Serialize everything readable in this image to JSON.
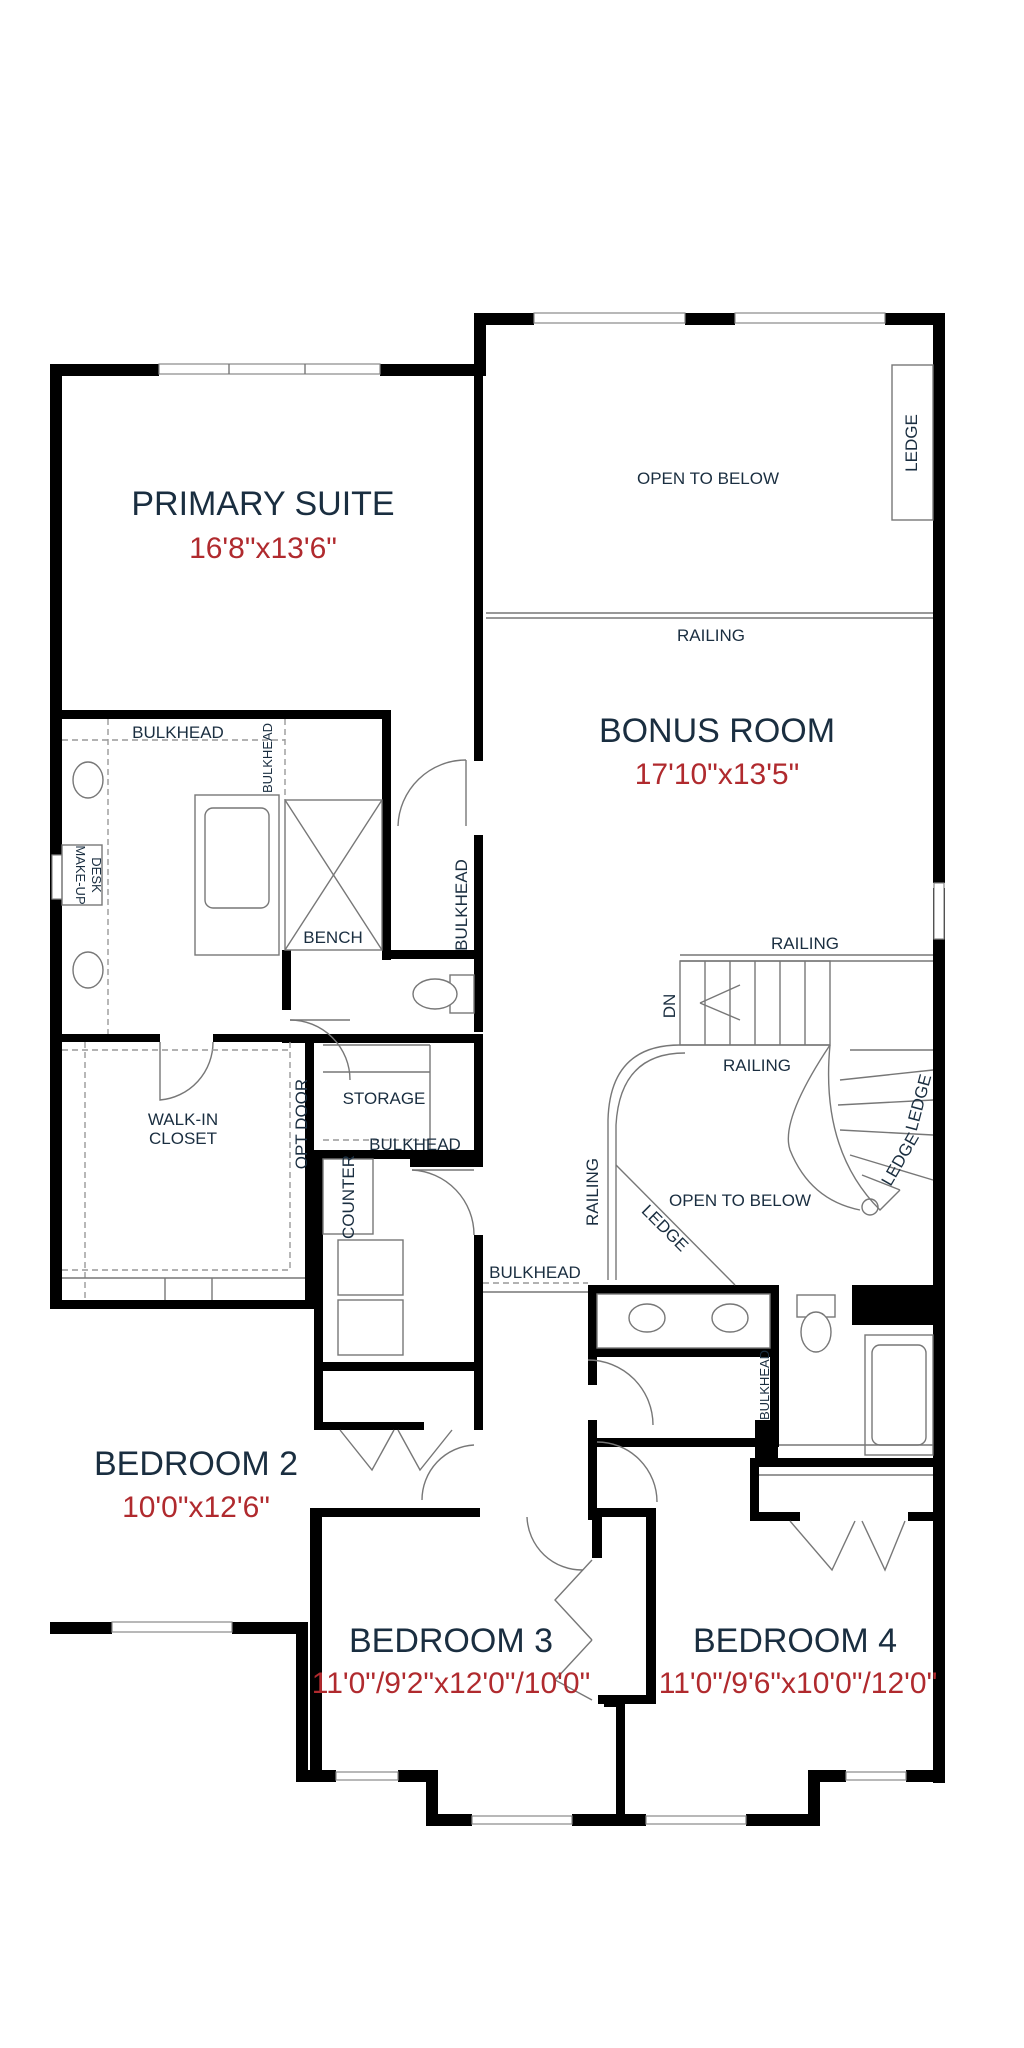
{
  "rooms": {
    "primary": {
      "name": "PRIMARY SUITE",
      "dims": "16'8\"x13'6\""
    },
    "bonus": {
      "name": "BONUS ROOM",
      "dims": "17'10\"x13'5\""
    },
    "bedroom2": {
      "name": "BEDROOM 2",
      "dims": "10'0\"x12'6\""
    },
    "bedroom3": {
      "name": "BEDROOM 3",
      "dims": "11'0\"/9'2\"x12'0\"/10'0\""
    },
    "bedroom4": {
      "name": "BEDROOM 4",
      "dims": "11'0\"/9'6\"x10'0\"/12'0\""
    }
  },
  "labels": {
    "open_to_below_top": "OPEN TO BELOW",
    "ledge_top": "LEDGE",
    "railing_top": "RAILING",
    "bulkhead_ensuite": "BULKHEAD",
    "bulkhead_vertical": "BULKHEAD",
    "makeup_desk_1": "MAKE-UP",
    "makeup_desk_2": "DESK",
    "bench": "BENCH",
    "bulkhead_hall": "BULKHEAD",
    "railing_stair": "RAILING",
    "dn": "DN",
    "railing_landing": "RAILING",
    "ledge_stair_1": "LEDGE",
    "ledge_stair_2": "LEDGE",
    "walkin_1": "WALK-IN",
    "walkin_2": "CLOSET",
    "opt_door": "OPT DOOR",
    "storage": "STORAGE",
    "bulkhead_storage": "BULKHEAD",
    "counter": "COUNTER",
    "railing_left": "RAILING",
    "ledge_diag": "LEDGE",
    "open_to_below_stair": "OPEN TO BELOW",
    "bulkhead_laundry": "BULKHEAD",
    "bulkhead_bath": "BULKHEAD"
  },
  "colors": {
    "room_name": "#1a2e40",
    "room_dims": "#b02a2e",
    "walls": "#000000"
  }
}
